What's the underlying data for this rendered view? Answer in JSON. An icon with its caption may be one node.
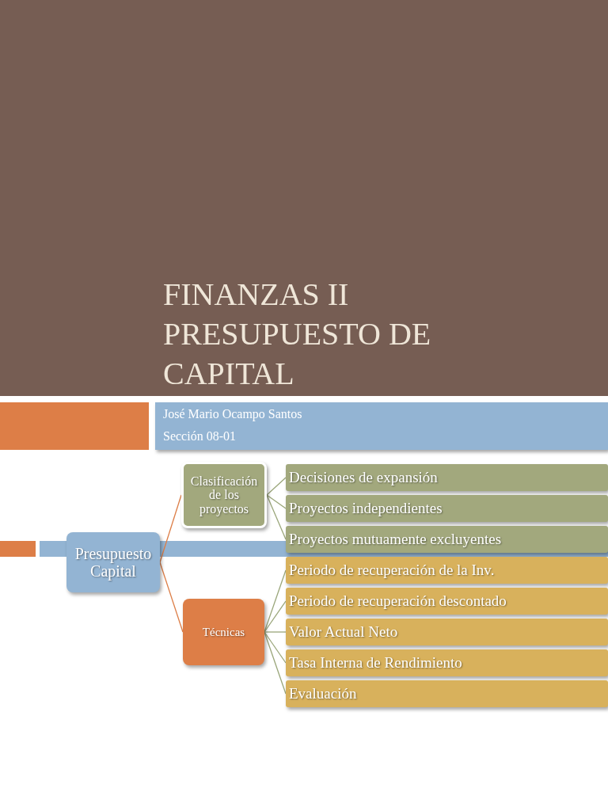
{
  "diagram": {
    "title": "FINANZAS II PRESUPUESTO DE CAPITAL",
    "nodes": [
      {
        "text": [
          "Presupuesto Capital"
        ]
      },
      {
        "text": [
          "Clasificación de los proyectos"
        ]
      },
      {
        "text": [
          "Decisiones de expansión"
        ]
      },
      {
        "text": [
          "Proyectos independientes"
        ]
      },
      {
        "text": [
          "Proyectos mutuamente excluyentes"
        ]
      },
      {
        "text": [
          "Técnicas"
        ]
      },
      {
        "text": [
          "Periodo de recuperación de la Inv."
        ]
      },
      {
        "text": [
          "Periodo de recuperación descontado"
        ]
      },
      {
        "text": [
          "Valor Actual Neto"
        ]
      },
      {
        "text": [
          "Tasa Interna de Rendimiento"
        ]
      },
      {
        "text": [
          "Evaluación"
        ]
      }
    ],
    "edges": [
      {
        "from": 0,
        "to": 1,
        "arrow": "none",
        "color": "#dd7e47"
      },
      {
        "from": 0,
        "to": 5,
        "arrow": "none",
        "color": "#dd7e47"
      },
      {
        "from": 1,
        "to": 2,
        "arrow": "none"
      },
      {
        "from": 1,
        "to": 3,
        "arrow": "none"
      },
      {
        "from": 1,
        "to": 4,
        "arrow": "none"
      },
      {
        "from": 5,
        "to": 6,
        "arrow": "none"
      },
      {
        "from": 5,
        "to": 7,
        "arrow": "none"
      },
      {
        "from": 5,
        "to": 8,
        "arrow": "none"
      },
      {
        "from": 5,
        "to": 9,
        "arrow": "none"
      },
      {
        "from": 5,
        "to": 10,
        "arrow": "none"
      }
    ],
    "labels": [
      "José Mario Ocampo Santos",
      "Sección 08-01"
    ]
  }
}
